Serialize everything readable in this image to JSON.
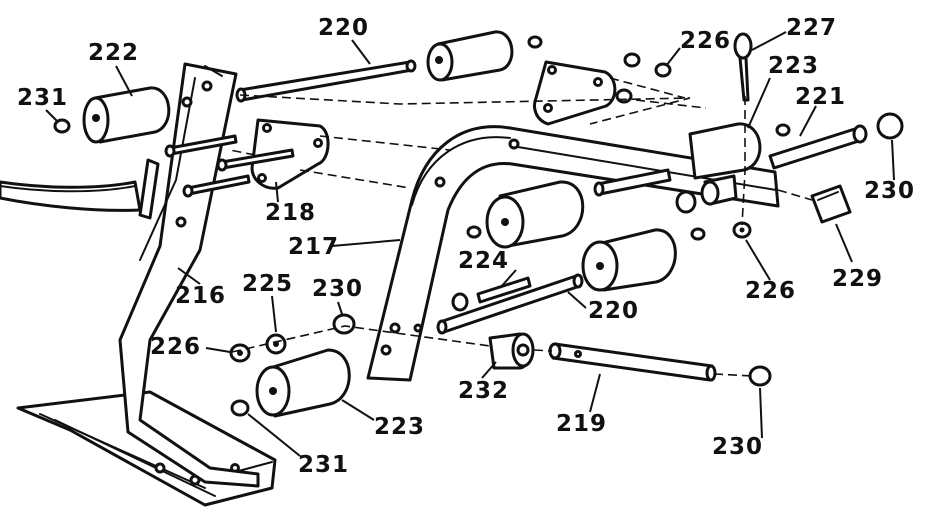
{
  "diagram": {
    "ink_color": "#111111",
    "background": "#ffffff",
    "labels": {
      "p220_top": "220",
      "p222": "222",
      "p231_left": "231",
      "p227": "227",
      "p226_top": "226",
      "p223_top": "223",
      "p221": "221",
      "p230_right": "230",
      "p218": "218",
      "p217": "217",
      "p224": "224",
      "p220_mid": "220",
      "p226_right": "226",
      "p229": "229",
      "p216": "216",
      "p225": "225",
      "p230_mid": "230",
      "p226_left": "226",
      "p223_bottom": "223",
      "p232": "232",
      "p219": "219",
      "p230_bottom": "230",
      "p231_bottom": "231"
    }
  }
}
